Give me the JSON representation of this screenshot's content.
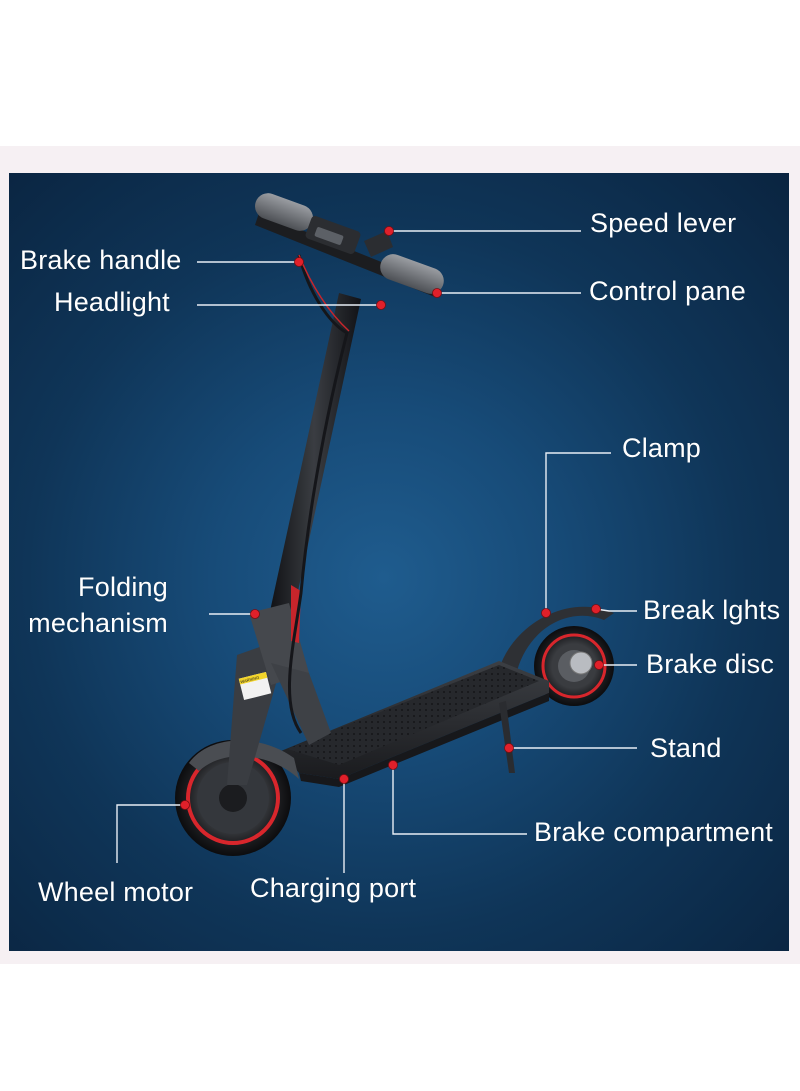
{
  "labels": {
    "speed_lever": "Speed lever",
    "brake_handle": "Brake handle",
    "headlight": "Headlight",
    "control_pane": "Control pane",
    "clamp": "Clamp",
    "folding_mechanism_line1": "Folding",
    "folding_mechanism_line2": "mechanism",
    "break_lights": "Break lghts",
    "brake_disc": "Brake disc",
    "stand": "Stand",
    "brake_compartment": "Brake compartment",
    "wheel_motor": "Wheel motor",
    "charging_port": "Charging port"
  },
  "sticker": {
    "text": "WARNING"
  },
  "colors": {
    "background": "#ffffff",
    "frame_band": "#f6f0f3",
    "panel_center": "#1f5c8e",
    "panel_edge": "#0a2440",
    "callout_line": "#e8eef5",
    "callout_dot": "#e0202a",
    "scooter_body": "#2a2c30",
    "tire_accent": "#d8262c"
  }
}
